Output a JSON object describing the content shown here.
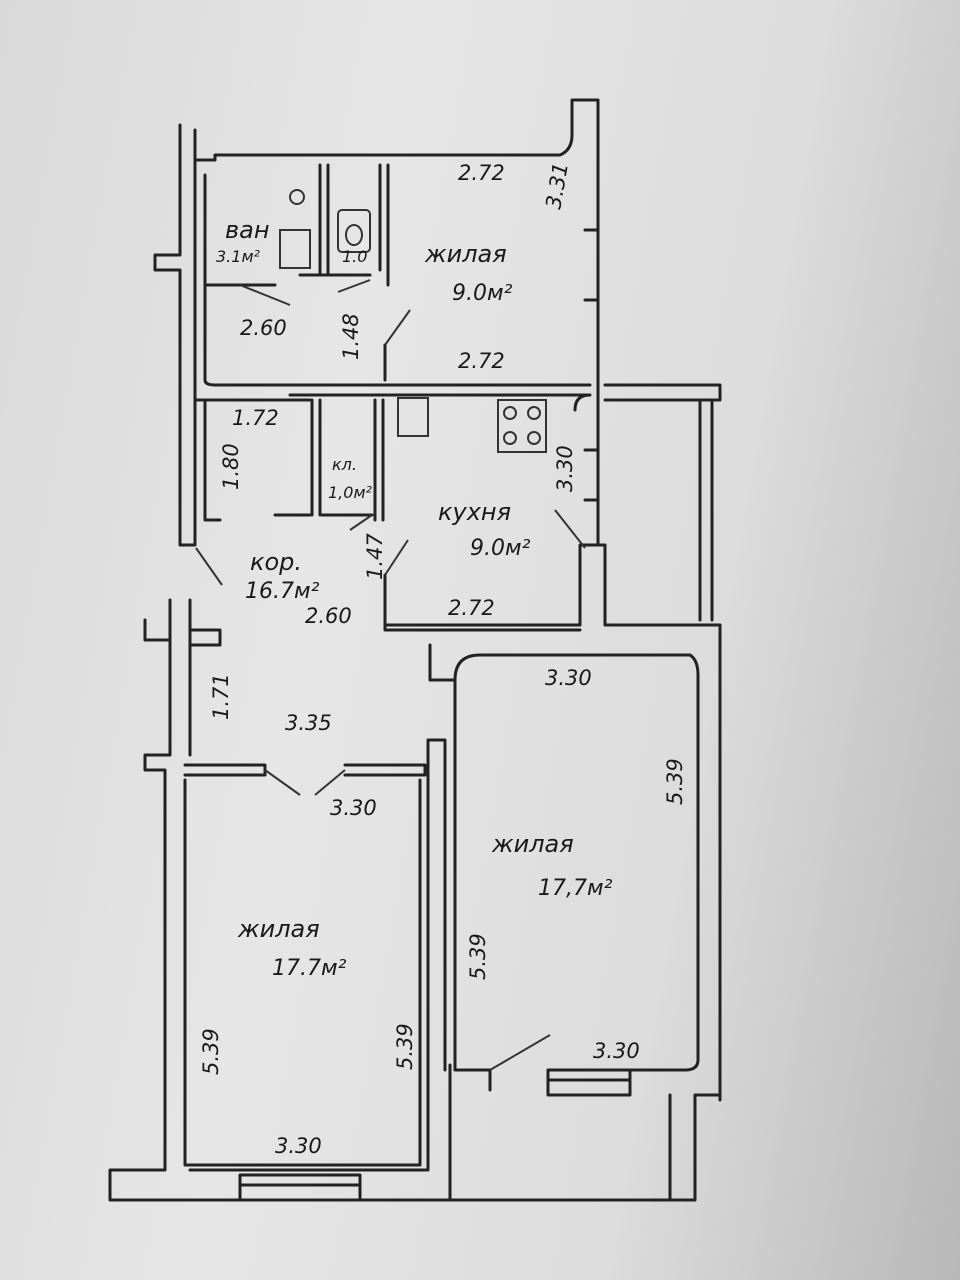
{
  "rooms": {
    "bath": {
      "name": "ван",
      "area": "3.1м²"
    },
    "wc": {
      "dim": "1.0"
    },
    "living_top": {
      "name": "жилая",
      "area": "9.0м²"
    },
    "closet": {
      "name": "кл.",
      "area": "1,0м²"
    },
    "kitchen": {
      "name": "кухня",
      "area": "9.0м²"
    },
    "corridor": {
      "name": "кор.",
      "area": "16.7м²"
    },
    "living_right": {
      "name": "жилая",
      "area": "17,7м²"
    },
    "living_left": {
      "name": "жилая",
      "area": "17.7м²"
    }
  },
  "dims": {
    "d1": "2.72",
    "d2": "3.31",
    "d3": "2.72",
    "d4": "2.60",
    "d5": "1.48",
    "d6": "1.72",
    "d7": "1.80",
    "d8": "3.30",
    "d9": "1.47",
    "d10": "2.60",
    "d11": "2.72",
    "d12": "3.30",
    "d13": "5.39",
    "d14": "1.71",
    "d15": "3.35",
    "d16": "3.30",
    "d17": "5.39",
    "d18": "3.30",
    "d19": "5.39",
    "d20": "5.39",
    "d21": "3.30"
  }
}
